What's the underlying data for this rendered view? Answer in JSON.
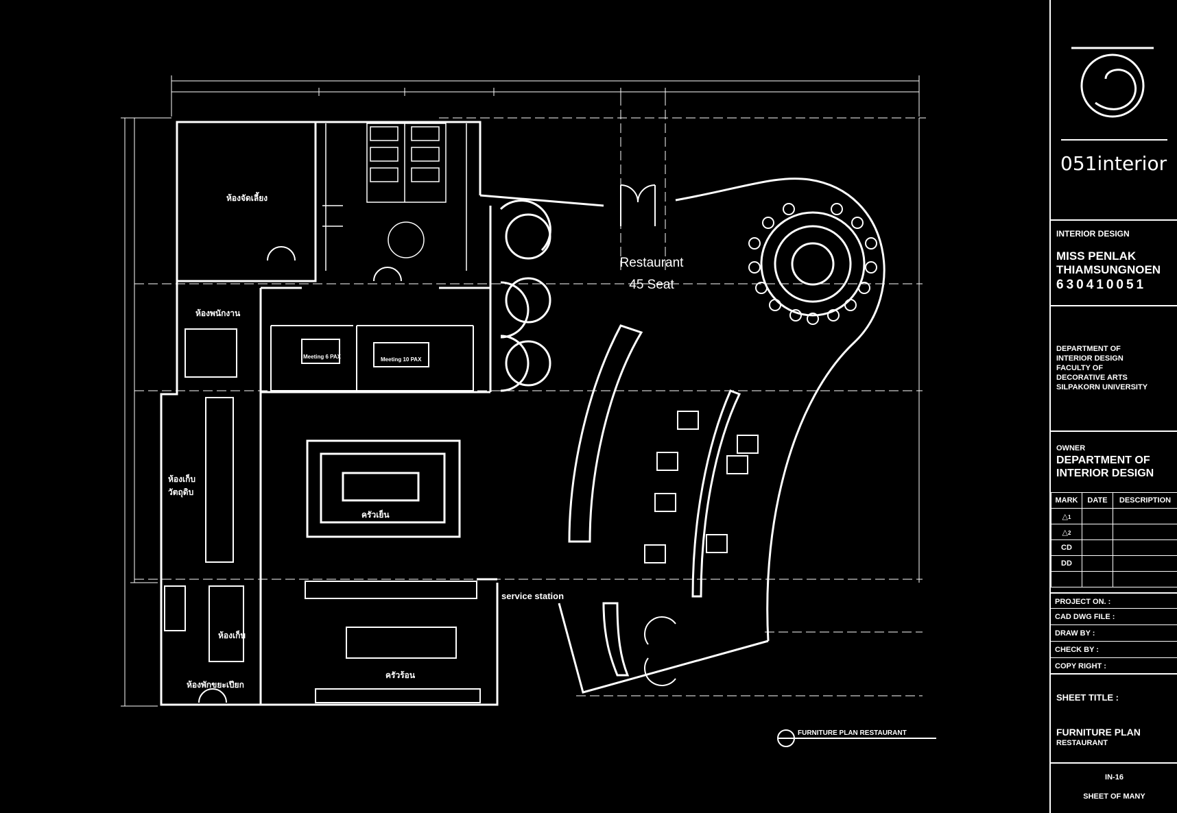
{
  "plan": {
    "rooms": {
      "store": "ห้องจัดเลี้ยง",
      "staff": "ห้องพนักงาน",
      "storage": "ห้องเก็บ วัตถุดิบ",
      "kitchen_upper": "ครัวเย็น",
      "kitchen_lower": "ครัวร้อน",
      "locker": "ห้องเก็บ",
      "garbage": "ห้องพักขยะเปียก",
      "meeting_a": "Meeting 6 PAX",
      "meeting_b": "Meeting 10 PAX"
    },
    "restaurant_label": "Restaurant",
    "seat_label": "45 Seat",
    "service_station": "service station",
    "plan_title": "FURNITURE PLAN RESTAURANT"
  },
  "titleblock": {
    "brand": "051interior",
    "logo_icon": "051-circle-logo-icon",
    "interior_design_heading": "INTERIOR DESIGN",
    "designer_name_1": "MISS PENLAK",
    "designer_name_2": "THIAMSUNGNOEN",
    "student_id": "630410051",
    "department": [
      "DEPARTMENT OF",
      "INTERIOR DESIGN",
      "FACULTY OF",
      "DECORATIVE ARTS",
      "SILPAKORN UNIVERSITY"
    ],
    "owner_heading": "OWNER",
    "owner_1": "DEPARTMENT OF",
    "owner_2": "INTERIOR DESIGN",
    "rev_headers": [
      "MARK",
      "DATE",
      "DESCRIPTION"
    ],
    "rev_marks": [
      "1",
      "2",
      "CD",
      "DD",
      ""
    ],
    "fields": [
      "PROJECT ON. :",
      "CAD DWG FILE :",
      "DRAW BY :",
      "CHECK BY :",
      "COPY RIGHT :"
    ],
    "sheet_title_label": "SHEET TITLE :",
    "sheet_title_1": "FURNITURE PLAN",
    "sheet_title_2": "RESTAURANT",
    "sheet_no": "IN-16",
    "sheet_of": "SHEET OF MANY"
  }
}
